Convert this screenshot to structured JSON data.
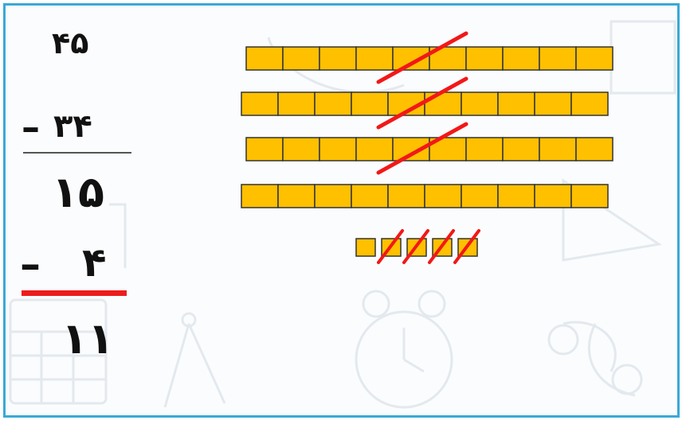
{
  "worksheet": {
    "minuend": "۴۵",
    "subtrahend": "۳۴",
    "minus_sign_1": "–",
    "first_result": "۱۵",
    "minus_sign_2": "–",
    "second_subtrahend": "۴",
    "final_result": "۱۱"
  },
  "model": {
    "ten_rods": 4,
    "crossed_rods": 3,
    "unit_cubes": 5,
    "crossed_units": 4
  },
  "colors": {
    "border": "#3aa9d6",
    "block_fill": "#ffc000",
    "block_stroke": "#333333",
    "strike": "#f21818",
    "underline_black": "#555555",
    "underline_red": "#ee1c1c",
    "doodle": "#e3e9ee"
  }
}
